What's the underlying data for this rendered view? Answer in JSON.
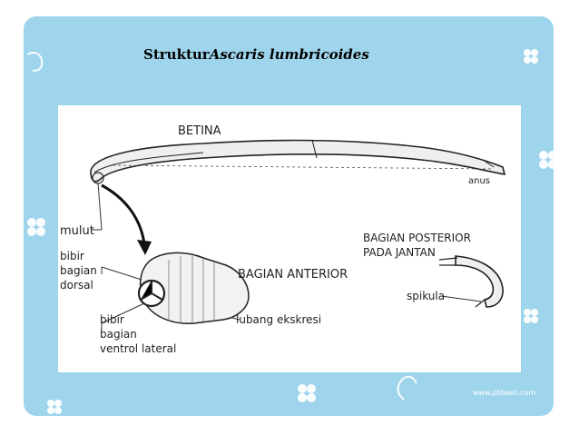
{
  "title": {
    "prefix": "Struktur",
    "species": "Ascaris lumbricoides"
  },
  "diagram": {
    "labels": {
      "betina": "BETINA",
      "anus": "anus",
      "mulut": "mulut",
      "bibir_dorsal_1": "bibir",
      "bibir_dorsal_2": "bagian",
      "bibir_dorsal_3": "dorsal",
      "bibir_ventral_1": "bibir",
      "bibir_ventral_2": "bagian",
      "bibir_ventral_3": "ventrol lateral",
      "bagian_anterior": "BAGIAN ANTERIOR",
      "lubang_ekskresi": "lubang ekskresi",
      "posterior_1": "BAGIAN POSTERIOR",
      "posterior_2": "PADA JANTAN",
      "spikula": "spikula"
    }
  },
  "watermark": "www.pbteen.com",
  "colors": {
    "frame": "#9fd5ec",
    "decor": "#ffffff",
    "ink": "#222222"
  }
}
